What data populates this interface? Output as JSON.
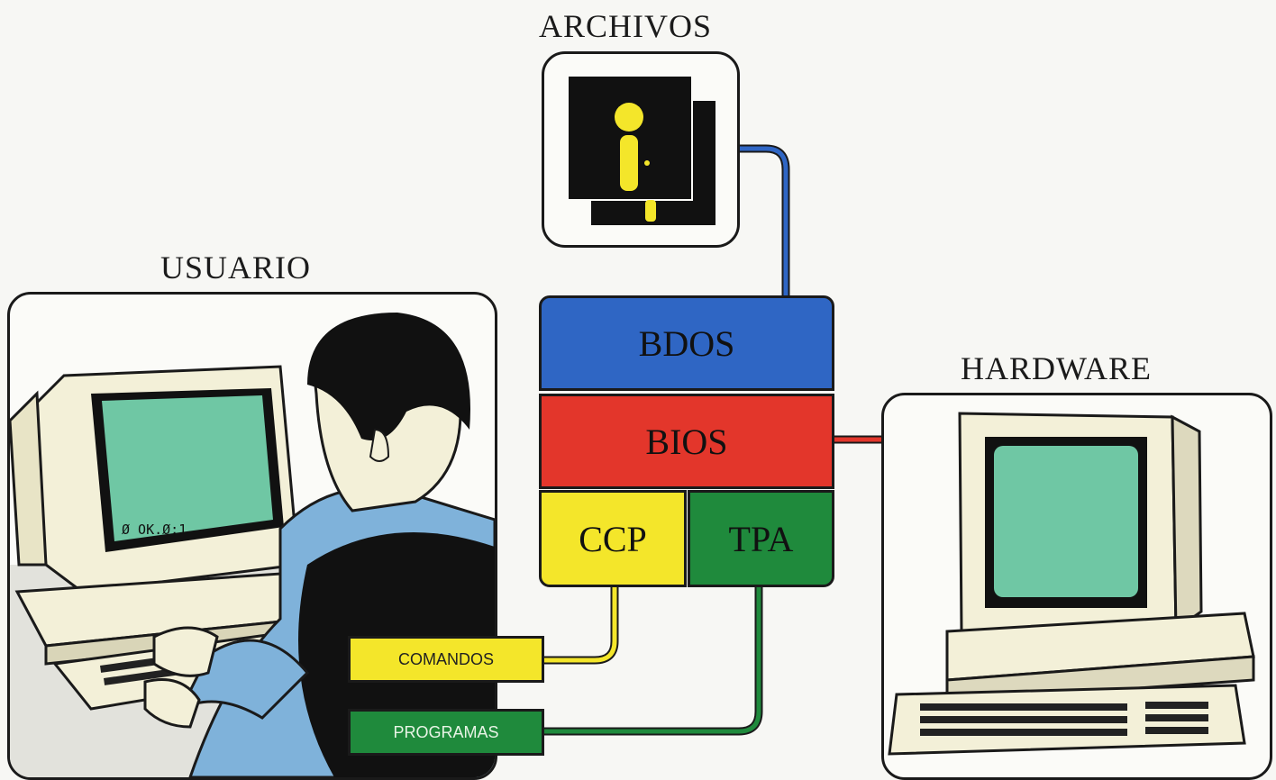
{
  "diagram": {
    "files_label": "ARCHIVOS",
    "user_label": "USUARIO",
    "hardware_label": "HARDWARE",
    "layers": {
      "bdos": "BDOS",
      "bios": "BIOS",
      "ccp": "CCP",
      "tpa": "TPA"
    },
    "tags": {
      "commands": "COMANDOS",
      "programs": "PROGRAMAS"
    },
    "screen_text": "Ø OK.Ø:1",
    "colors": {
      "bdos": "#2f66c4",
      "bios": "#e3362b",
      "ccp": "#f4e62a",
      "tpa": "#1f8a3c",
      "screen": "#6fc7a4",
      "skin": "#f3f0d8",
      "shirt": "#7fb2da"
    }
  }
}
